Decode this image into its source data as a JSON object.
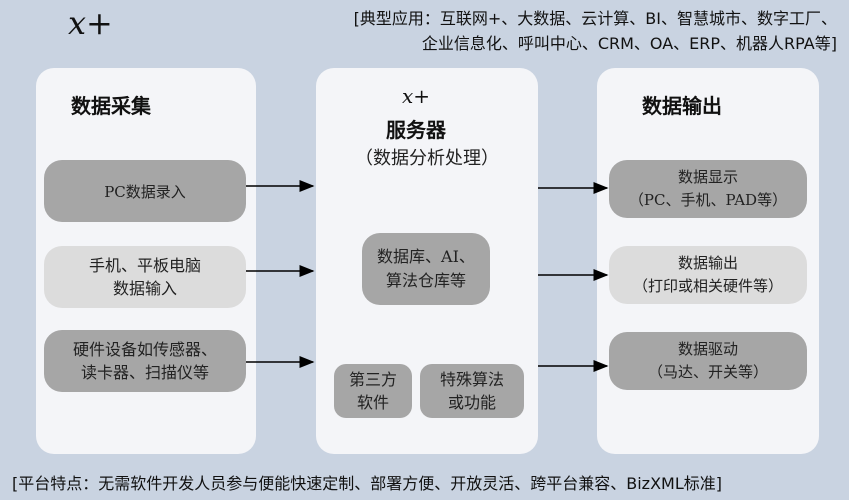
{
  "header": {
    "logo": "x+",
    "apps_line1": "[典型应用：互联网+、大数据、云计算、BI、智慧城市、数字工厂、",
    "apps_line2": "企业信息化、呼叫中心、CRM、OA、ERP、机器人RPA等]"
  },
  "left": {
    "title": "数据采集",
    "items": [
      "PC数据录入",
      "手机、平板电脑\n数据输入",
      "硬件设备如传感器、\n读卡器、扫描仪等"
    ]
  },
  "middle": {
    "logo": "x+",
    "title": "服务器",
    "subtitle": "（数据分析处理）",
    "db": "数据库、AI、\n算法仓库等",
    "third_party": "第三方\n软件",
    "special": "特殊算法\n或功能"
  },
  "right": {
    "title": "数据输出",
    "items": [
      "数据显示\n（PC、手机、PAD等）",
      "数据输出\n（打印或相关硬件等）",
      "数据驱动\n（马达、开关等）"
    ]
  },
  "footer": {
    "text": "[平台特点：无需软件开发人员参与便能快速定制、部署方便、开放灵活、跨平台兼容、BizXML标准]"
  }
}
